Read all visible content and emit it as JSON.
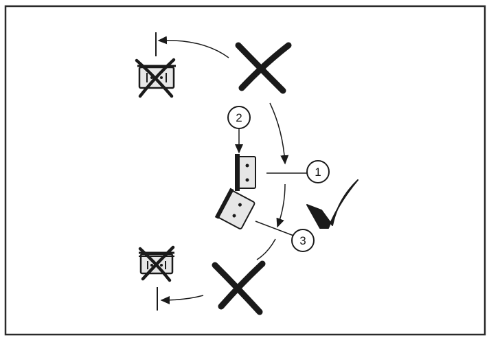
{
  "callouts": [
    {
      "id": "callout-1",
      "label": "1"
    },
    {
      "id": "callout-2",
      "label": "2"
    },
    {
      "id": "callout-3",
      "label": "3"
    }
  ],
  "marks": {
    "incorrect_icon": "large-x-icon",
    "correct_icon": "checkmark-icon",
    "forbidden_icon": "crossed-out-bracket-icon",
    "bracket_icon": "hinge-bracket-icon"
  },
  "colors": {
    "ink": "#1a1a1a",
    "frame": "#2a2a2a",
    "fill_light": "#e6e6e6",
    "background": "#ffffff"
  }
}
